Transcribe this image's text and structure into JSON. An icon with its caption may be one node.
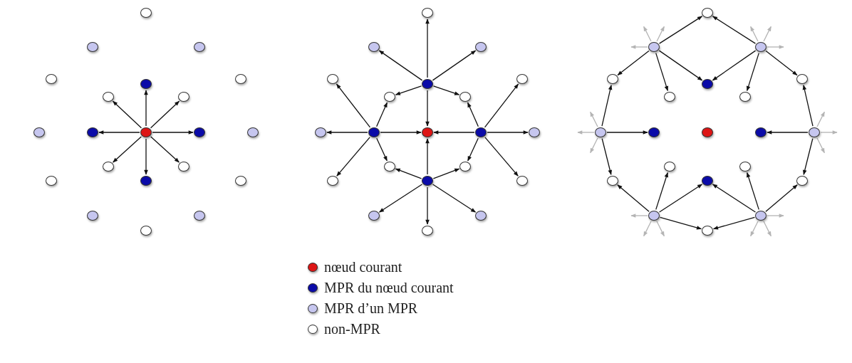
{
  "diagram": {
    "nodes": [
      {
        "text": [],
        "shape": "circle"
      },
      {
        "text": [],
        "shape": "circle"
      },
      {
        "text": [],
        "shape": "circle"
      },
      {
        "text": [],
        "shape": "circle"
      },
      {
        "text": [],
        "shape": "circle"
      },
      {
        "text": [],
        "shape": "circle"
      },
      {
        "text": [],
        "shape": "circle"
      },
      {
        "text": [],
        "shape": "circle"
      },
      {
        "text": [],
        "shape": "circle"
      },
      {
        "text": [],
        "shape": "circle"
      },
      {
        "text": [],
        "shape": "circle"
      },
      {
        "text": [],
        "shape": "circle"
      },
      {
        "text": [],
        "shape": "circle"
      },
      {
        "text": [],
        "shape": "circle"
      },
      {
        "text": [],
        "shape": "circle"
      },
      {
        "text": [],
        "shape": "circle"
      },
      {
        "text": [],
        "shape": "circle"
      },
      {
        "text": [],
        "shape": "circle"
      },
      {
        "text": [],
        "shape": "circle"
      },
      {
        "text": [],
        "shape": "circle"
      },
      {
        "text": [],
        "shape": "circle"
      },
      {
        "text": [],
        "shape": "circle"
      },
      {
        "text": [],
        "shape": "circle"
      },
      {
        "text": [],
        "shape": "circle"
      },
      {
        "text": [],
        "shape": "circle"
      },
      {
        "text": [],
        "shape": "circle"
      },
      {
        "text": [],
        "shape": "circle"
      },
      {
        "text": [],
        "shape": "circle"
      },
      {
        "text": [],
        "shape": "circle"
      },
      {
        "text": [],
        "shape": "circle"
      },
      {
        "text": [],
        "shape": "circle"
      },
      {
        "text": [],
        "shape": "circle"
      },
      {
        "text": [],
        "shape": "circle"
      },
      {
        "text": [],
        "shape": "circle"
      },
      {
        "text": [],
        "shape": "circle"
      },
      {
        "text": [],
        "shape": "circle"
      },
      {
        "text": [],
        "shape": "circle"
      },
      {
        "text": [],
        "shape": "circle"
      },
      {
        "text": [],
        "shape": "circle"
      },
      {
        "text": [],
        "shape": "circle"
      },
      {
        "text": [],
        "shape": "circle"
      },
      {
        "text": [],
        "shape": "circle"
      },
      {
        "text": [],
        "shape": "circle"
      },
      {
        "text": [],
        "shape": "circle"
      },
      {
        "text": [],
        "shape": "circle"
      },
      {
        "text": [],
        "shape": "circle"
      },
      {
        "text": [],
        "shape": "circle"
      },
      {
        "text": [],
        "shape": "circle"
      },
      {
        "text": [],
        "shape": "circle"
      },
      {
        "text": [],
        "shape": "circle"
      },
      {
        "text": [],
        "shape": "circle"
      },
      {
        "text": [],
        "shape": "circle"
      },
      {
        "text": [],
        "shape": "circle"
      },
      {
        "text": [],
        "shape": "circle"
      },
      {
        "text": [],
        "shape": "circle"
      },
      {
        "text": [],
        "shape": "circle"
      },
      {
        "text": [],
        "shape": "circle"
      },
      {
        "text": [],
        "shape": "circle"
      },
      {
        "text": [],
        "shape": "circle"
      },
      {
        "text": [],
        "shape": "circle"
      },
      {
        "text": [],
        "shape": "circle"
      },
      {
        "text": [],
        "shape": "circle"
      },
      {
        "text": [],
        "shape": "circle"
      }
    ],
    "edges": [
      {
        "from": 10,
        "to": 4,
        "arrow": "to"
      },
      {
        "from": 10,
        "to": 9,
        "arrow": "to"
      },
      {
        "from": 10,
        "to": 11,
        "arrow": "to"
      },
      {
        "from": 10,
        "to": 16,
        "arrow": "to"
      },
      {
        "from": 10,
        "to": 6,
        "arrow": "to"
      },
      {
        "from": 10,
        "to": 7,
        "arrow": "to"
      },
      {
        "from": 10,
        "to": 13,
        "arrow": "to"
      },
      {
        "from": 10,
        "to": 14,
        "arrow": "to"
      },
      {
        "from": 25,
        "to": 22,
        "arrow": "to"
      },
      {
        "from": 25,
        "to": 23,
        "arrow": "to"
      },
      {
        "from": 25,
        "to": 21,
        "arrow": "to"
      },
      {
        "from": 25,
        "to": 27,
        "arrow": "to"
      },
      {
        "from": 25,
        "to": 28,
        "arrow": "to"
      },
      {
        "from": 25,
        "to": 31,
        "arrow": "to"
      },
      {
        "from": 30,
        "to": 24,
        "arrow": "to"
      },
      {
        "from": 30,
        "to": 29,
        "arrow": "to"
      },
      {
        "from": 30,
        "to": 36,
        "arrow": "to"
      },
      {
        "from": 30,
        "to": 27,
        "arrow": "to"
      },
      {
        "from": 30,
        "to": 34,
        "arrow": "to"
      },
      {
        "from": 30,
        "to": 31,
        "arrow": "to"
      },
      {
        "from": 32,
        "to": 26,
        "arrow": "to"
      },
      {
        "from": 32,
        "to": 33,
        "arrow": "to"
      },
      {
        "from": 32,
        "to": 38,
        "arrow": "to"
      },
      {
        "from": 32,
        "to": 28,
        "arrow": "to"
      },
      {
        "from": 32,
        "to": 35,
        "arrow": "to"
      },
      {
        "from": 32,
        "to": 31,
        "arrow": "to"
      },
      {
        "from": 37,
        "to": 39,
        "arrow": "to"
      },
      {
        "from": 37,
        "to": 40,
        "arrow": "to"
      },
      {
        "from": 37,
        "to": 41,
        "arrow": "to"
      },
      {
        "from": 37,
        "to": 34,
        "arrow": "to"
      },
      {
        "from": 37,
        "to": 35,
        "arrow": "to"
      },
      {
        "from": 37,
        "to": 31,
        "arrow": "to"
      },
      {
        "from": 43,
        "to": 42,
        "arrow": "to"
      },
      {
        "from": 43,
        "to": 45,
        "arrow": "to"
      },
      {
        "from": 43,
        "to": 48,
        "arrow": "to"
      },
      {
        "from": 43,
        "to": 46,
        "arrow": "to"
      },
      {
        "from": 44,
        "to": 42,
        "arrow": "to"
      },
      {
        "from": 44,
        "to": 46,
        "arrow": "to"
      },
      {
        "from": 44,
        "to": 49,
        "arrow": "to"
      },
      {
        "from": 44,
        "to": 47,
        "arrow": "to"
      },
      {
        "from": 50,
        "to": 45,
        "arrow": "to"
      },
      {
        "from": 50,
        "to": 51,
        "arrow": "to"
      },
      {
        "from": 50,
        "to": 57,
        "arrow": "to"
      },
      {
        "from": 54,
        "to": 47,
        "arrow": "to"
      },
      {
        "from": 54,
        "to": 53,
        "arrow": "to"
      },
      {
        "from": 54,
        "to": 59,
        "arrow": "to"
      },
      {
        "from": 60,
        "to": 57,
        "arrow": "to"
      },
      {
        "from": 60,
        "to": 55,
        "arrow": "to"
      },
      {
        "from": 60,
        "to": 58,
        "arrow": "to"
      },
      {
        "from": 60,
        "to": 62,
        "arrow": "to"
      },
      {
        "from": 61,
        "to": 62,
        "arrow": "to"
      },
      {
        "from": 61,
        "to": 58,
        "arrow": "to"
      },
      {
        "from": 61,
        "to": 56,
        "arrow": "to"
      },
      {
        "from": 61,
        "to": 59,
        "arrow": "to"
      },
      {
        "from": 43,
        "to": null,
        "arrow": "to",
        "color": "#b4b4b4"
      },
      {
        "from": 43,
        "to": null,
        "arrow": "to",
        "color": "#b4b4b4"
      },
      {
        "from": 43,
        "to": null,
        "arrow": "to",
        "color": "#b4b4b4"
      },
      {
        "from": 44,
        "to": null,
        "arrow": "to",
        "color": "#b4b4b4"
      },
      {
        "from": 44,
        "to": null,
        "arrow": "to",
        "color": "#b4b4b4"
      },
      {
        "from": 44,
        "to": null,
        "arrow": "to",
        "color": "#b4b4b4"
      },
      {
        "from": 50,
        "to": null,
        "arrow": "to",
        "color": "#b4b4b4"
      },
      {
        "from": 50,
        "to": null,
        "arrow": "to",
        "color": "#b4b4b4"
      },
      {
        "from": 50,
        "to": null,
        "arrow": "to",
        "color": "#b4b4b4"
      },
      {
        "from": 54,
        "to": null,
        "arrow": "to",
        "color": "#b4b4b4"
      },
      {
        "from": 54,
        "to": null,
        "arrow": "to",
        "color": "#b4b4b4"
      },
      {
        "from": 54,
        "to": null,
        "arrow": "to",
        "color": "#b4b4b4"
      },
      {
        "from": 60,
        "to": null,
        "arrow": "to",
        "color": "#b4b4b4"
      },
      {
        "from": 60,
        "to": null,
        "arrow": "to",
        "color": "#b4b4b4"
      },
      {
        "from": 60,
        "to": null,
        "arrow": "to",
        "color": "#b4b4b4"
      },
      {
        "from": 61,
        "to": null,
        "arrow": "to",
        "color": "#b4b4b4"
      },
      {
        "from": 61,
        "to": null,
        "arrow": "to",
        "color": "#b4b4b4"
      },
      {
        "from": 61,
        "to": null,
        "arrow": "to",
        "color": "#b4b4b4"
      }
    ],
    "legend": [
      {
        "text": "nœud courant",
        "color": "#dd1515"
      },
      {
        "text": "MPR du nœud courant",
        "color": "#0b0ba8"
      },
      {
        "text": "MPR d’un MPR",
        "color": "#c6c6ef"
      },
      {
        "text": "non-MPR",
        "color": "#ffffff"
      }
    ]
  }
}
